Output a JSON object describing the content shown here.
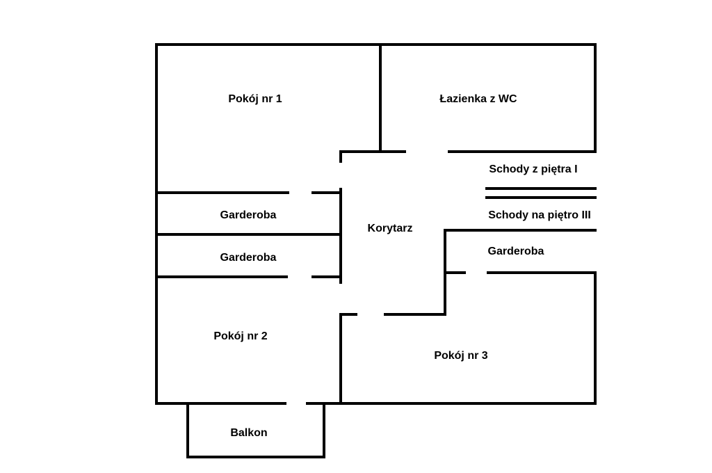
{
  "plan": {
    "colors": {
      "wall": "#000000",
      "background": "#ffffff",
      "text": "#000000"
    },
    "rooms": {
      "pokoj1": "Pokój nr 1",
      "lazienka": "Łazienka z WC",
      "schody_z": "Schody z piętra I",
      "garderoba1": "Garderoba",
      "korytarz": "Korytarz",
      "schody_na": "Schody na piętro III",
      "garderoba2": "Garderoba",
      "garderoba3": "Garderoba",
      "pokoj2": "Pokój nr 2",
      "pokoj3": "Pokój nr 3",
      "balkon": "Balkon"
    }
  }
}
